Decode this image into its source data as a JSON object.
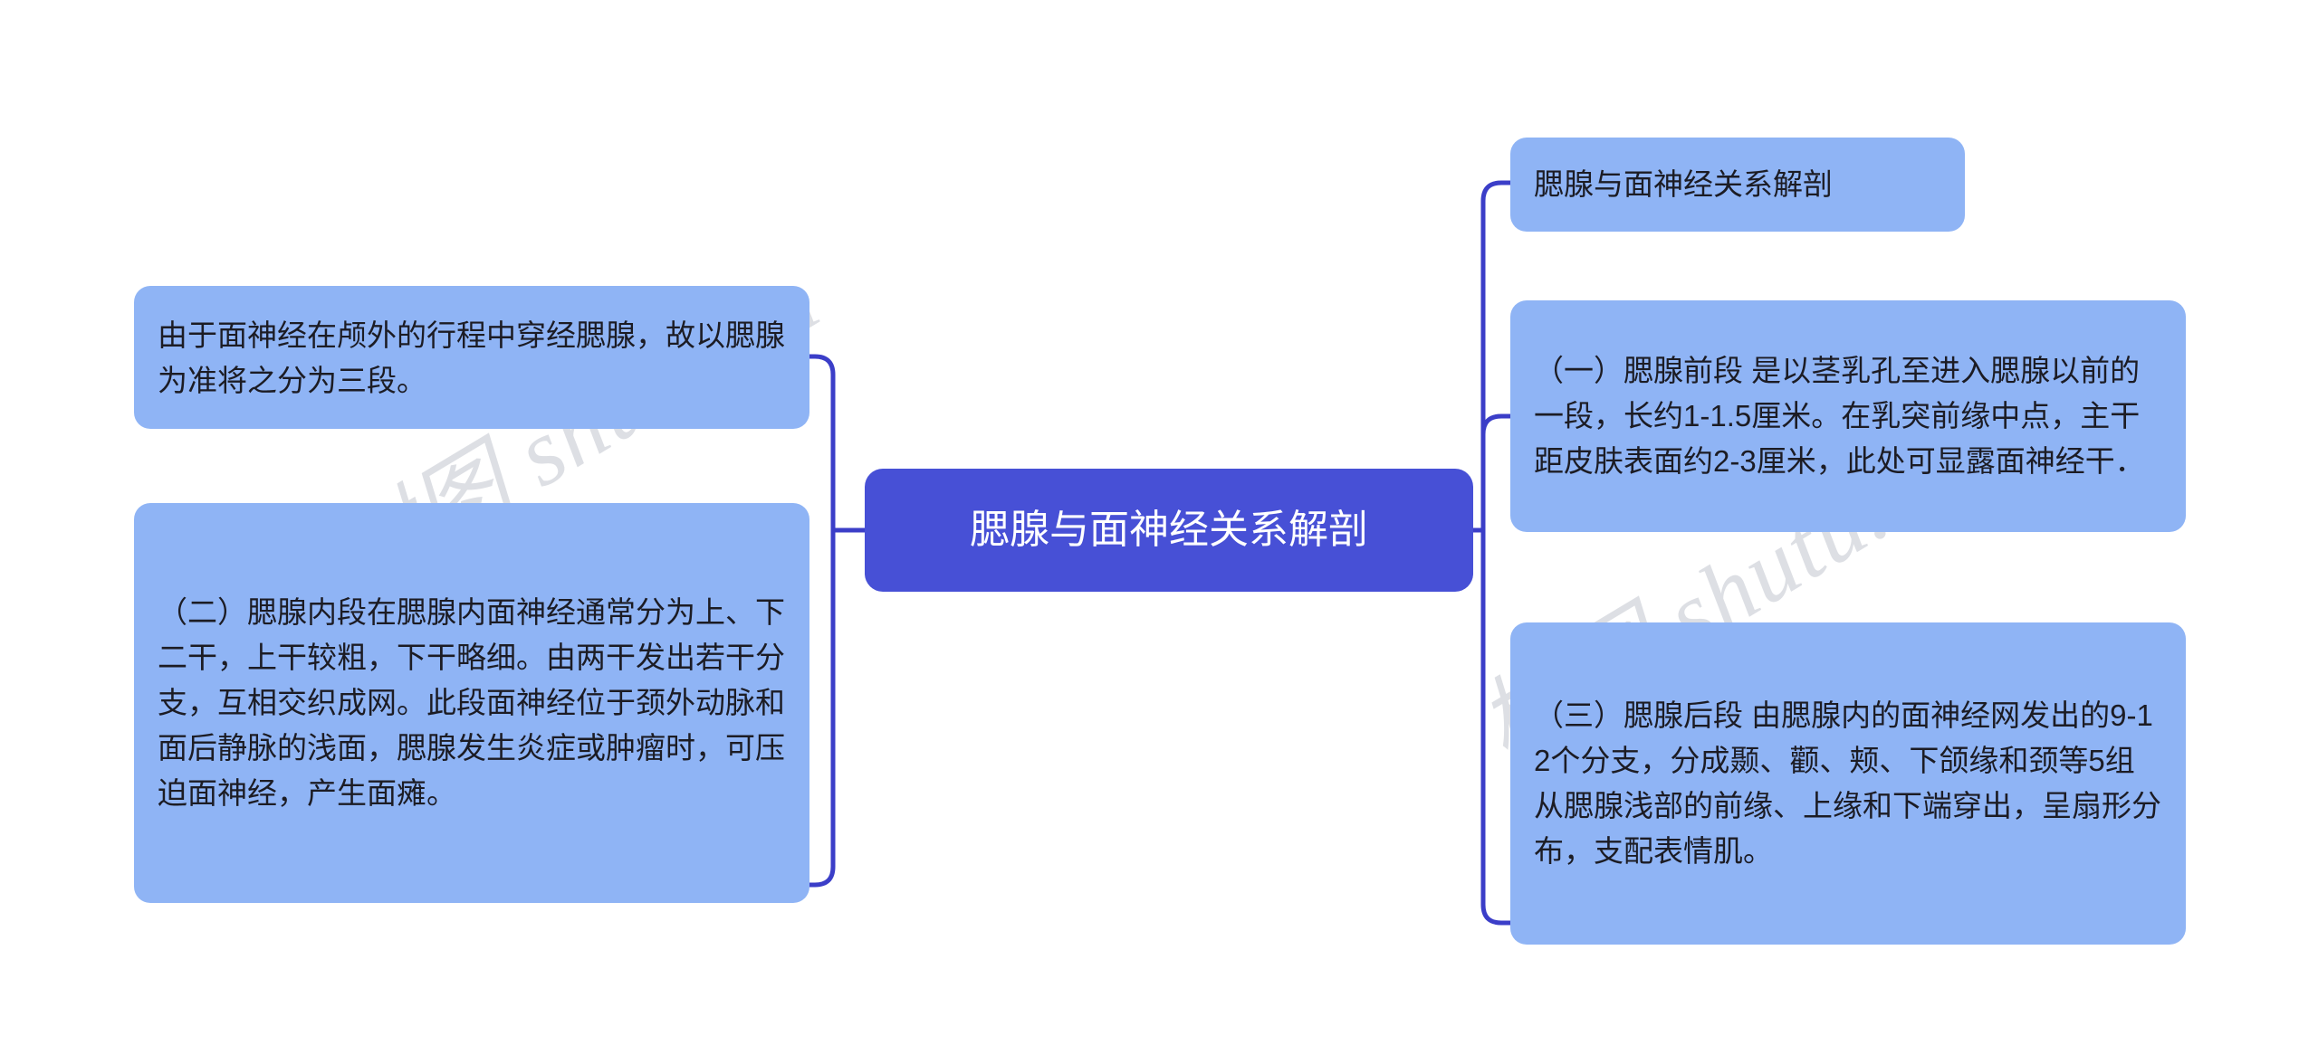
{
  "diagram": {
    "type": "mindmap",
    "root": {
      "label": "腮腺与面神经关系解剖"
    },
    "watermark": {
      "text": "树图 shutu.cn",
      "color": "#c9ccd4"
    },
    "colors": {
      "root_fill": "#4750D6",
      "root_text": "#ffffff",
      "leaf_fill": "#8FB4F5",
      "leaf_text": "#1c1c24",
      "connector": "#3b3ec8",
      "background": "#ffffff"
    },
    "left_branch": [
      {
        "id": "left-intro",
        "label": "由于面神经在颅外的行程中穿经腮腺，故以腮腺为准将之分为三段。"
      },
      {
        "id": "left-middle",
        "label": "（二）腮腺内段在腮腺内面神经通常分为上、下二干，上干较粗，下干略细。由两干发出若干分支，互相交织成网。此段面神经位于颈外动脉和面后静脉的浅面，腮腺发生炎症或肿瘤时，可压迫面神经，产生面瘫。"
      }
    ],
    "right_branch": [
      {
        "id": "right-title",
        "label": "腮腺与面神经关系解剖"
      },
      {
        "id": "right-one",
        "label": "（一）腮腺前段 是以茎乳孔至进入腮腺以前的一段，长约1-1.5厘米。在乳突前缘中点，主干距皮肤表面约2-3厘米，此处可显露面神经干．"
      },
      {
        "id": "right-three",
        "label": "（三）腮腺后段 由腮腺内的面神经网发出的9-12个分支，分成颞、颧、颊、下颌缘和颈等5组从腮腺浅部的前缘、上缘和下端穿出，呈扇形分布，支配表情肌。"
      }
    ]
  }
}
